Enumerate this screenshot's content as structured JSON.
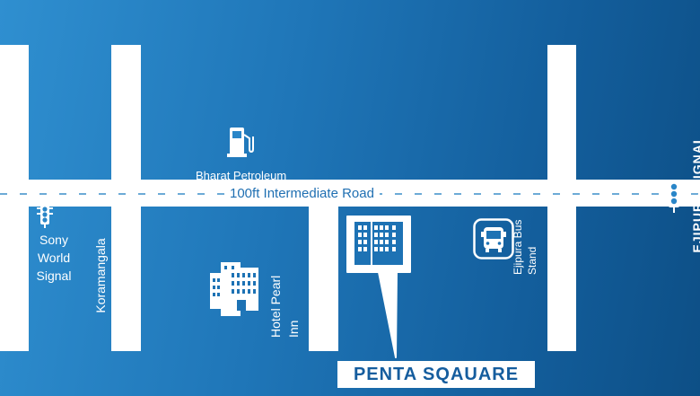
{
  "map": {
    "main_road": "100ft Intermediate Road",
    "landmarks": {
      "sony_signal": "Sony World Signal",
      "petrol": "Bharat Petroleum",
      "ejipura_signal": "EJIPURA SIGNAL",
      "koramangala": "Koramangala",
      "hotel": "Hotel Pearl Inn",
      "bus_stand": "Ejipura Bus Stand",
      "destination": "PENTA SQAUARE"
    },
    "icons": {
      "traffic_light": "traffic-light-icon",
      "fuel_pump": "fuel-pump-icon",
      "hotel": "hotel-building-icon",
      "bus": "bus-icon",
      "office": "office-building-icon"
    },
    "colors": {
      "background_left": "#2f8fd0",
      "background_right": "#0d4f86",
      "roads": "#ffffff",
      "destination_text": "#155d9e"
    }
  }
}
